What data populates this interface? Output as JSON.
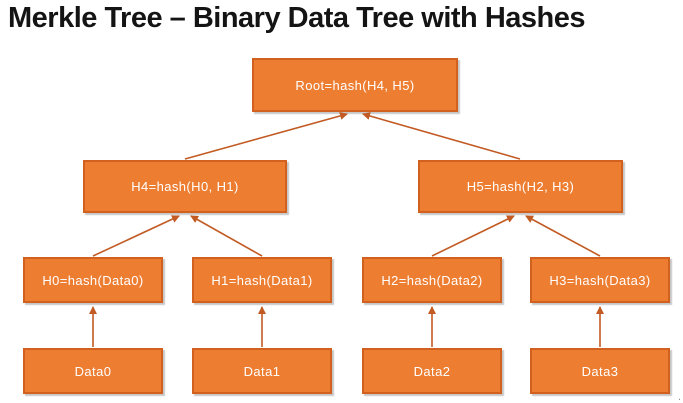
{
  "title": "Merkle Tree – Binary Data Tree with Hashes",
  "artifact_dot": ".",
  "colors": {
    "box_fill": "#ED7D31",
    "box_border": "#D2601E",
    "arrow": "#C25B23",
    "box_text": "#FFFFFF",
    "title_text": "#141414",
    "background": "#FFFFFF"
  },
  "tree": {
    "root": {
      "label": "Root=hash(H4, H5)"
    },
    "internal": [
      {
        "label": "H4=hash(H0, H1)"
      },
      {
        "label": "H5=hash(H2, H3)"
      }
    ],
    "leaf_hashes": [
      {
        "label": "H0=hash(Data0)"
      },
      {
        "label": "H1=hash(Data1)"
      },
      {
        "label": "H2=hash(Data2)"
      },
      {
        "label": "H3=hash(Data3)"
      }
    ],
    "data_blocks": [
      {
        "label": "Data0"
      },
      {
        "label": "Data1"
      },
      {
        "label": "Data2"
      },
      {
        "label": "Data3"
      }
    ]
  }
}
